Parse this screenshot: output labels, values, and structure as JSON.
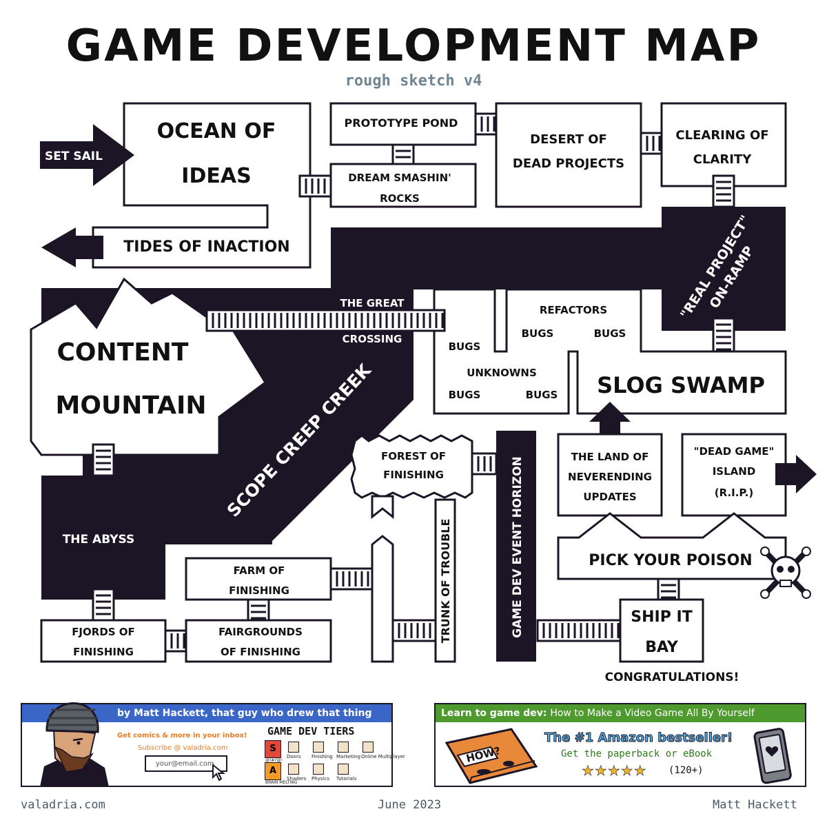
{
  "header": {
    "title": "GAME DEVELOPMENT MAP",
    "subtitle": "rough sketch v4"
  },
  "regions": {
    "set_sail": "SET SAIL",
    "ocean_of_ideas": [
      "OCEAN OF",
      "IDEAS"
    ],
    "tides_of_inaction": "TIDES OF INACTION",
    "prototype_pond": "PROTOTYPE POND",
    "dream_smashin_rocks": [
      "DREAM SMASHIN'",
      "ROCKS"
    ],
    "desert_of_dead_projects": [
      "DESERT OF",
      "DEAD PROJECTS"
    ],
    "clearing_of_clarity": [
      "CLEARING OF",
      "CLARITY"
    ],
    "real_project_on_ramp": [
      "\"REAL PROJECT\"",
      "ON-RAMP"
    ],
    "content_mountain": [
      "CONTENT",
      "MOUNTAIN"
    ],
    "the_great_crossing": [
      "THE GREAT",
      "CROSSING"
    ],
    "refactors": "REFACTORS",
    "bugs": "BUGS",
    "unknowns": "UNKNOWNS",
    "slog_swamp": "SLOG SWAMP",
    "scope_creep_creek": "SCOPE CREEP CREEK",
    "forest_of_finishing": [
      "FOREST OF",
      "FINISHING"
    ],
    "trunk_of_trouble": "TRUNK OF TROUBLE",
    "game_dev_event_horizon": "GAME DEV EVENT HORIZON",
    "land_of_neverending_updates": [
      "THE LAND OF",
      "NEVERENDING",
      "UPDATES"
    ],
    "dead_game_island": [
      "\"DEAD GAME\"",
      "ISLAND",
      "(R.I.P.)"
    ],
    "pick_your_poison": "PICK YOUR POISON",
    "the_abyss": "THE ABYSS",
    "farm_of_finishing": [
      "FARM OF",
      "FINISHING"
    ],
    "fjords_of_finishing": [
      "FJORDS OF",
      "FINISHING"
    ],
    "fairgrounds_of_finishing": [
      "FAIRGROUNDS",
      "OF FINISHING"
    ],
    "ship_it_bay": [
      "SHIP IT",
      "BAY"
    ],
    "congratulations": "CONGRATULATIONS!"
  },
  "left_banner": {
    "byline": "by Matt Hackett, that guy who drew that thing",
    "cta": "Get comics & more in your inbox!",
    "subscribe": "Subscribe @ valadria.com",
    "email_placeholder": "your@email.com",
    "tiers_title": "GAME DEV TIERS",
    "tiers": [
      {
        "grade": "S",
        "sub": "@!#?@!",
        "color": "#e0493a",
        "items": [
          "Doors",
          "Finishing",
          "Marketing",
          "Online Multiplayer"
        ]
      },
      {
        "grade": "A",
        "sub": "BRAIN MELTING",
        "color": "#f29b2b",
        "items": [
          "Shaders",
          "Physics",
          "Tutorials"
        ]
      }
    ],
    "bar_color": "#3a66c7"
  },
  "right_banner": {
    "lead": "Learn to game dev:",
    "book_title": "How to Make a Video Game All By Yourself",
    "book_cover_text": "HOW?",
    "headline": "The #1 Amazon bestseller!",
    "sub": "Get the paperback or eBook",
    "stars": 5,
    "rating_count": "(120+)",
    "bar_color": "#4f9a2f"
  },
  "footer": {
    "site": "valadria.com",
    "date": "June 2023",
    "author": "Matt Hackett"
  },
  "colors": {
    "ink": "#1b1526",
    "subtitle": "#6f8591",
    "star": "#f2b62b"
  }
}
